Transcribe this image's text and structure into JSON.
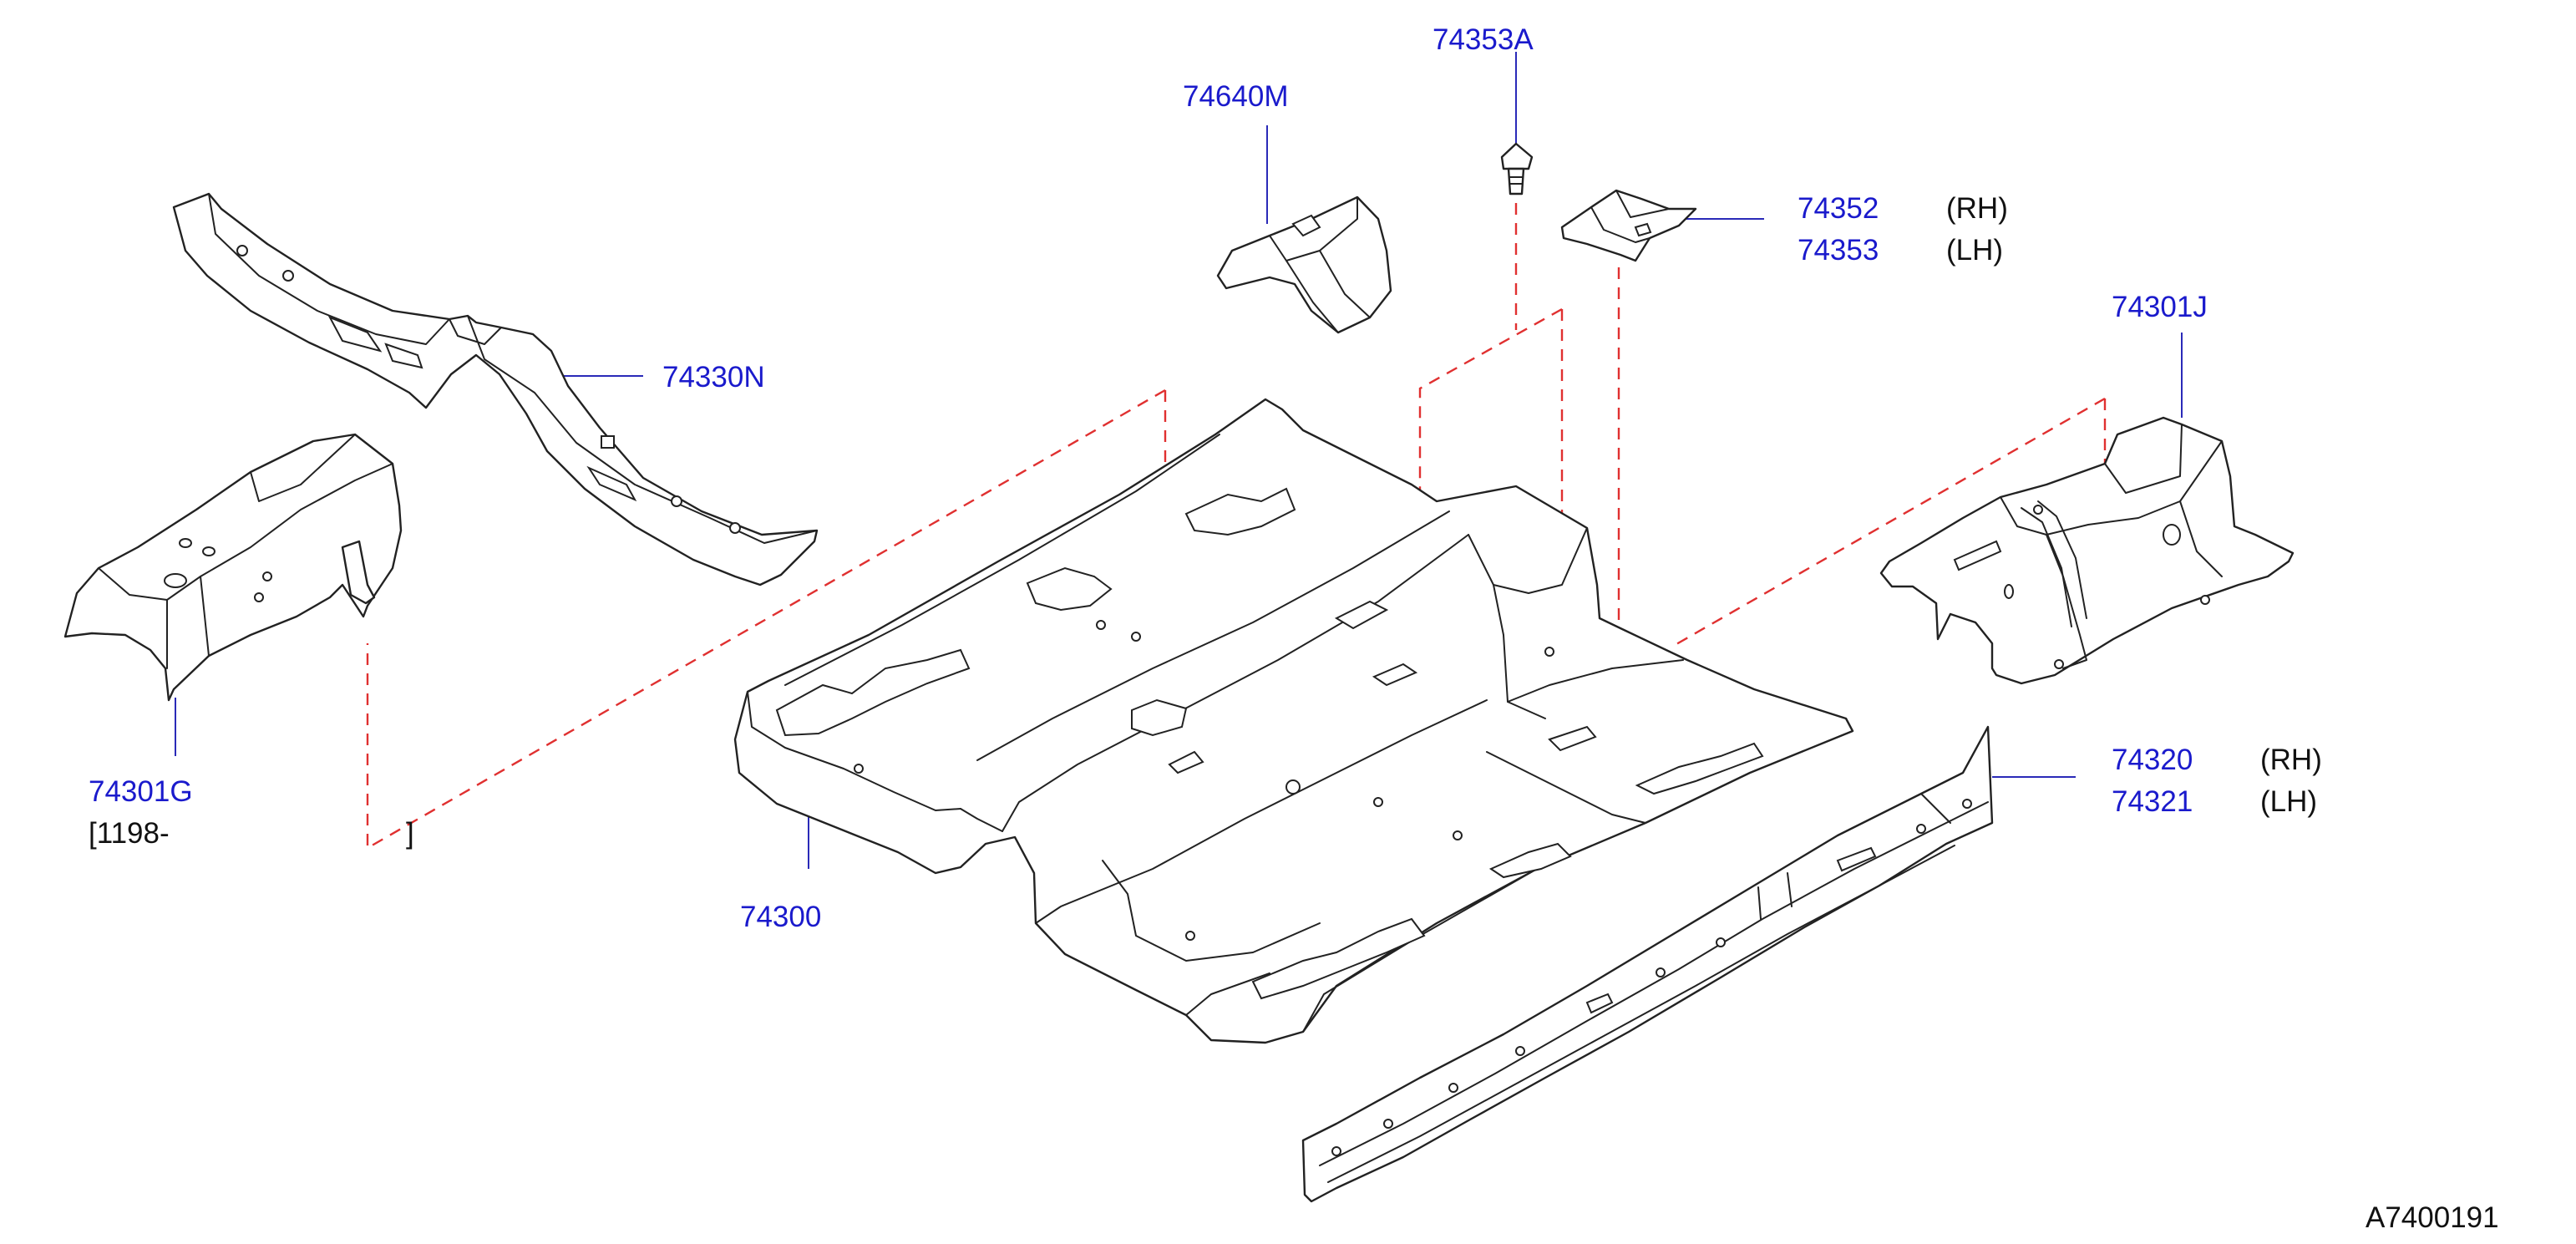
{
  "diagram": {
    "title": "",
    "reference_code": "A7400191",
    "colors": {
      "part_number": "#1a1acc",
      "leader_line": "#2a2ab8",
      "assembly_dash": "#e03030",
      "line_art": "#222222"
    },
    "parts": [
      {
        "id": "74353A",
        "number": "74353A",
        "side": ""
      },
      {
        "id": "74640M",
        "number": "74640M",
        "side": ""
      },
      {
        "id": "74352",
        "number": "74352",
        "side": "(RH)"
      },
      {
        "id": "74353",
        "number": "74353",
        "side": "(LH)"
      },
      {
        "id": "74301J",
        "number": "74301J",
        "side": ""
      },
      {
        "id": "74330N",
        "number": "74330N",
        "side": ""
      },
      {
        "id": "74301G",
        "number": "74301G",
        "side": "",
        "note": "[1198-",
        "note_close": "]"
      },
      {
        "id": "74300",
        "number": "74300",
        "side": ""
      },
      {
        "id": "74320",
        "number": "74320",
        "side": "(RH)"
      },
      {
        "id": "74321",
        "number": "74321",
        "side": "(LH)"
      }
    ]
  }
}
